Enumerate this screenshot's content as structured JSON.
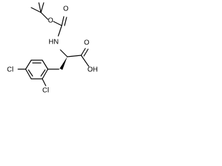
{
  "molecule": {
    "labels": {
      "carbonyl_oxygen": "O",
      "ester_oxygen": "O",
      "amine": "HN",
      "acid_oxygen": "O",
      "acid_hydroxyl": "OH",
      "chloro_para": "Cl",
      "chloro_ortho": "Cl"
    }
  }
}
